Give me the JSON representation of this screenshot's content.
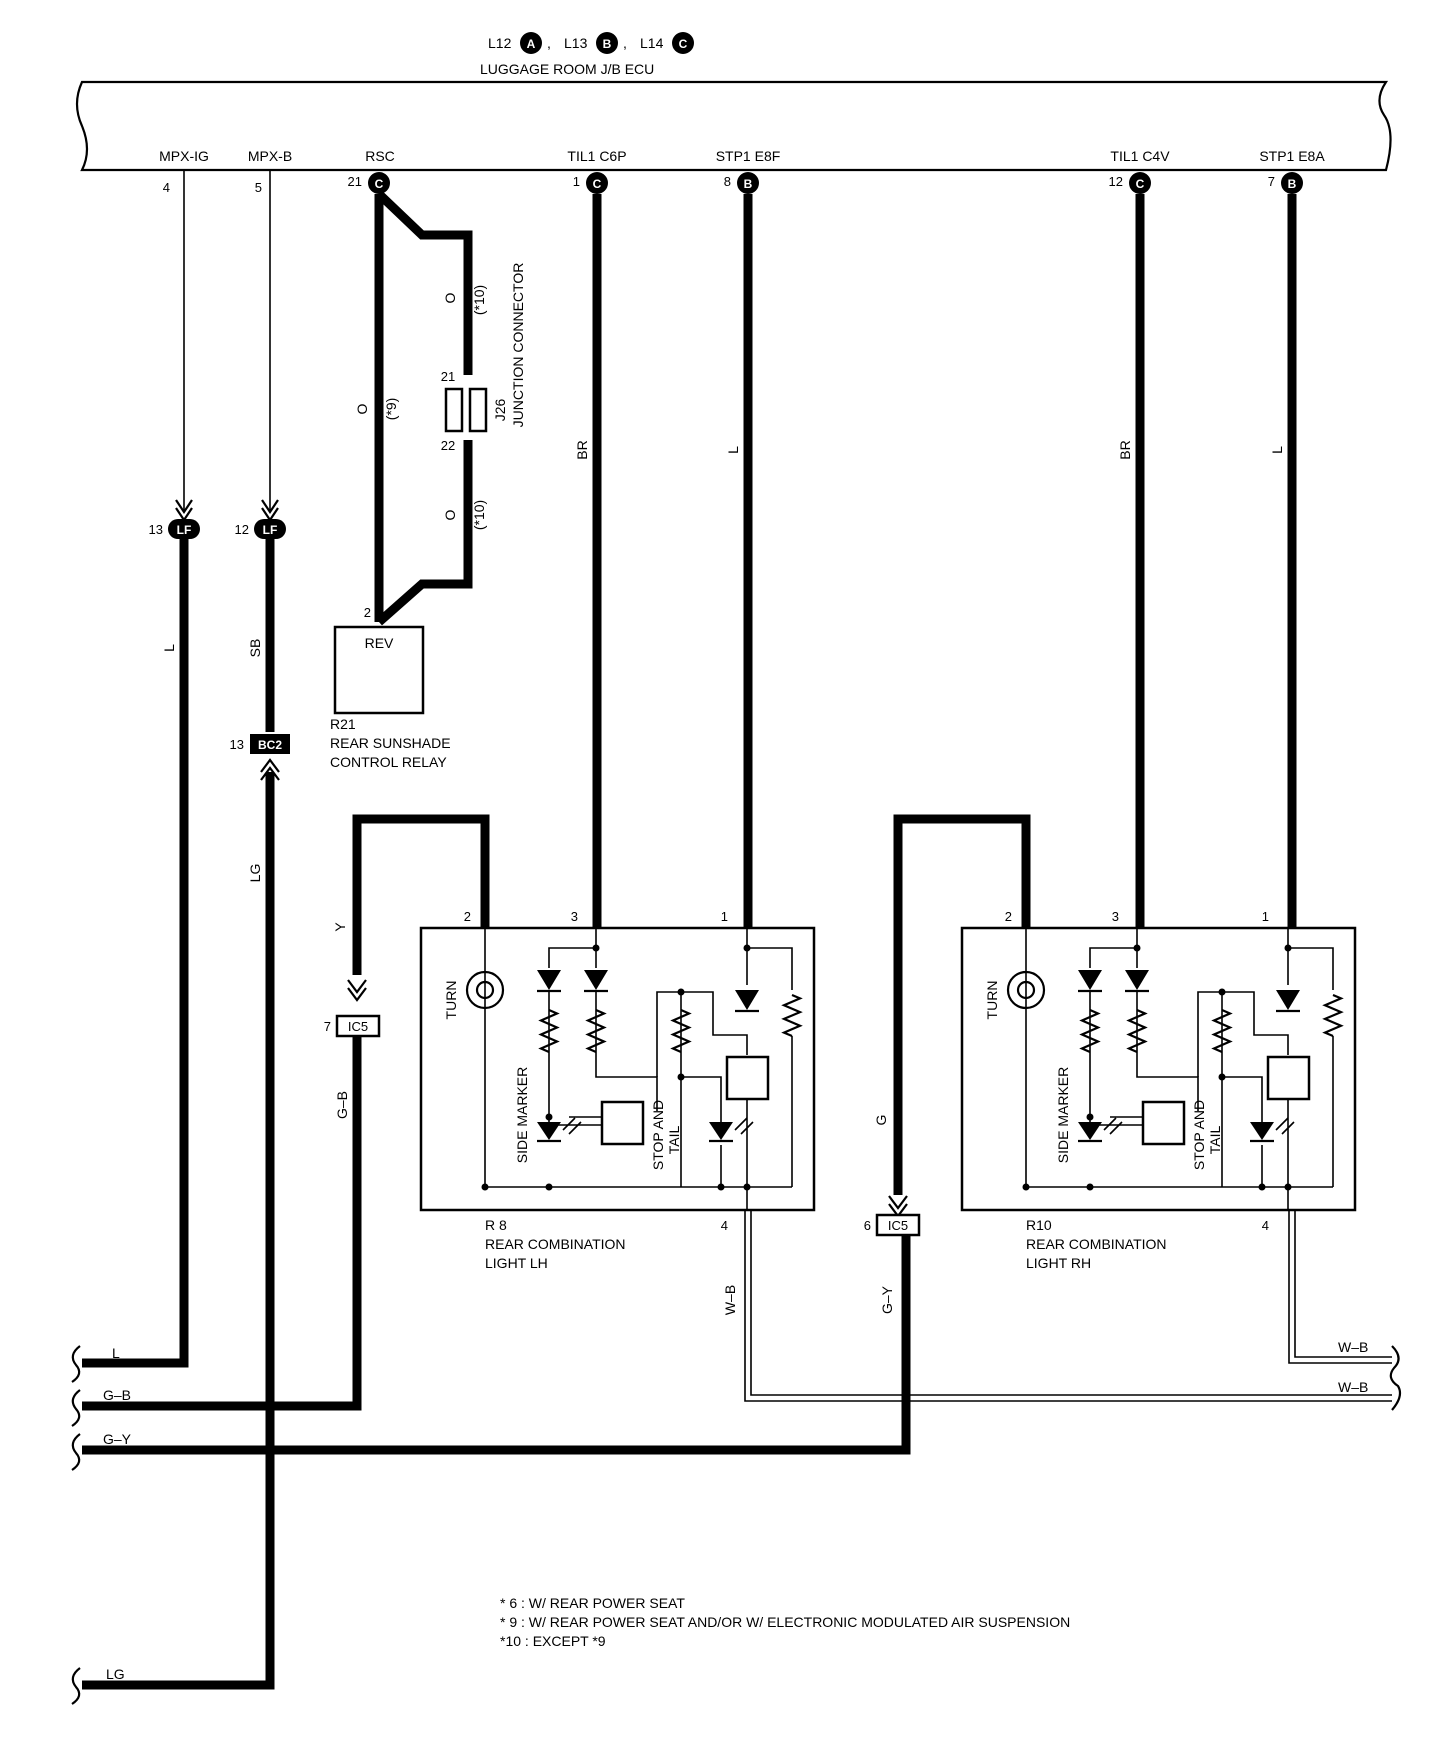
{
  "ecu": {
    "connectors": [
      {
        "code": "L12",
        "letter": "A"
      },
      {
        "code": "L13",
        "letter": "B"
      },
      {
        "code": "L14",
        "letter": "C"
      }
    ],
    "separator": ",",
    "name": "LUGGAGE ROOM J/B ECU",
    "terminals": [
      {
        "name": "MPX-IG",
        "pin": "4",
        "conn": ""
      },
      {
        "name": "MPX-B",
        "pin": "5",
        "conn": ""
      },
      {
        "name": "RSC",
        "pin": "21",
        "conn": "C"
      },
      {
        "name": "TIL1 C6P",
        "pin": "1",
        "conn": "C"
      },
      {
        "name": "STP1 E8F",
        "pin": "8",
        "conn": "B"
      },
      {
        "name": "TIL1 C4V",
        "pin": "12",
        "conn": "C"
      },
      {
        "name": "STP1 E8A",
        "pin": "7",
        "conn": "B"
      }
    ]
  },
  "junction": {
    "code": "J26",
    "name": "JUNCTION CONNECTOR",
    "pin_top": "21",
    "pin_bottom": "22",
    "wire_color": "O",
    "note9": "(*9)",
    "note10": "(*10)"
  },
  "relay": {
    "pin": "2",
    "label": "REV",
    "code": "R21",
    "name_line1": "REAR SUNSHADE",
    "name_line2": "CONTROL RELAY"
  },
  "connectors": {
    "lf": {
      "name": "LF",
      "pin_l": "13",
      "pin_sb": "12"
    },
    "bc2": {
      "name": "BC2",
      "pin": "13"
    },
    "ic5_lh": {
      "name": "IC5",
      "pin": "7"
    },
    "ic5_rh": {
      "name": "IC5",
      "pin": "6"
    }
  },
  "wire_colors": {
    "l": "L",
    "sb": "SB",
    "lg": "LG",
    "br": "BR",
    "y": "Y",
    "gb": "G–B",
    "g": "G",
    "gy": "G–Y",
    "wb": "W–B"
  },
  "lamp_lh": {
    "code": "R 8",
    "name_line1": "REAR COMBINATION",
    "name_line2": "LIGHT LH",
    "pins": {
      "p2": "2",
      "p3": "3",
      "p1": "1",
      "p4": "4"
    },
    "turn": "TURN",
    "side_marker": "SIDE MARKER",
    "stop_line1": "STOP AND",
    "stop_line2": "TAIL"
  },
  "lamp_rh": {
    "code": "R10",
    "name_line1": "REAR COMBINATION",
    "name_line2": "LIGHT RH",
    "pins": {
      "p2": "2",
      "p3": "3",
      "p1": "1",
      "p4": "4"
    },
    "turn": "TURN",
    "side_marker": "SIDE MARKER",
    "stop_line1": "STOP AND",
    "stop_line2": "TAIL"
  },
  "bus_labels": {
    "l": "L",
    "gb": "G–B",
    "gy": "G–Y",
    "lg": "LG",
    "wb1": "W–B",
    "wb2": "W–B"
  },
  "notes": [
    "* 6 : W/ REAR POWER SEAT",
    "* 9 : W/ REAR POWER SEAT AND/OR W/ ELECTRONIC MODULATED AIR SUSPENSION",
    "*10 : EXCEPT *9"
  ]
}
